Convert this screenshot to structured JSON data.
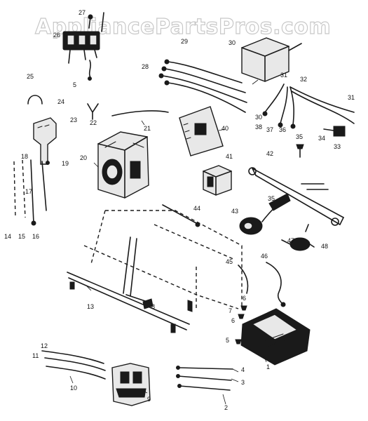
{
  "watermark": "AppliancePartsPros.com",
  "callouts": {
    "c1": "1",
    "c2": "2",
    "c3": "3",
    "c4": "4",
    "c5": "5",
    "c5b": "5",
    "c6": "6",
    "c6b": "6",
    "c7": "7",
    "c8": "8",
    "c9": "9",
    "c10": "10",
    "c11": "11",
    "c12": "12",
    "c13": "13",
    "c14": "14",
    "c15": "15",
    "c16": "16",
    "c17": "17",
    "c18": "18",
    "c19": "19",
    "c20": "20",
    "c21": "21",
    "c22": "22",
    "c23": "23",
    "c24": "24",
    "c25": "25",
    "c26": "26",
    "c27": "27",
    "c28": "28",
    "c29": "29",
    "c30": "30",
    "c30b": "30",
    "c31": "31",
    "c31b": "31",
    "c32": "32",
    "c33": "33",
    "c34": "34",
    "c35": "35",
    "c35b": "35",
    "c36": "36",
    "c37": "37",
    "c38": "38",
    "c40": "40",
    "c41": "41",
    "c42": "42",
    "c43": "43",
    "c44": "44",
    "c45": "45",
    "c46": "46",
    "c47": "47",
    "c48": "48"
  }
}
